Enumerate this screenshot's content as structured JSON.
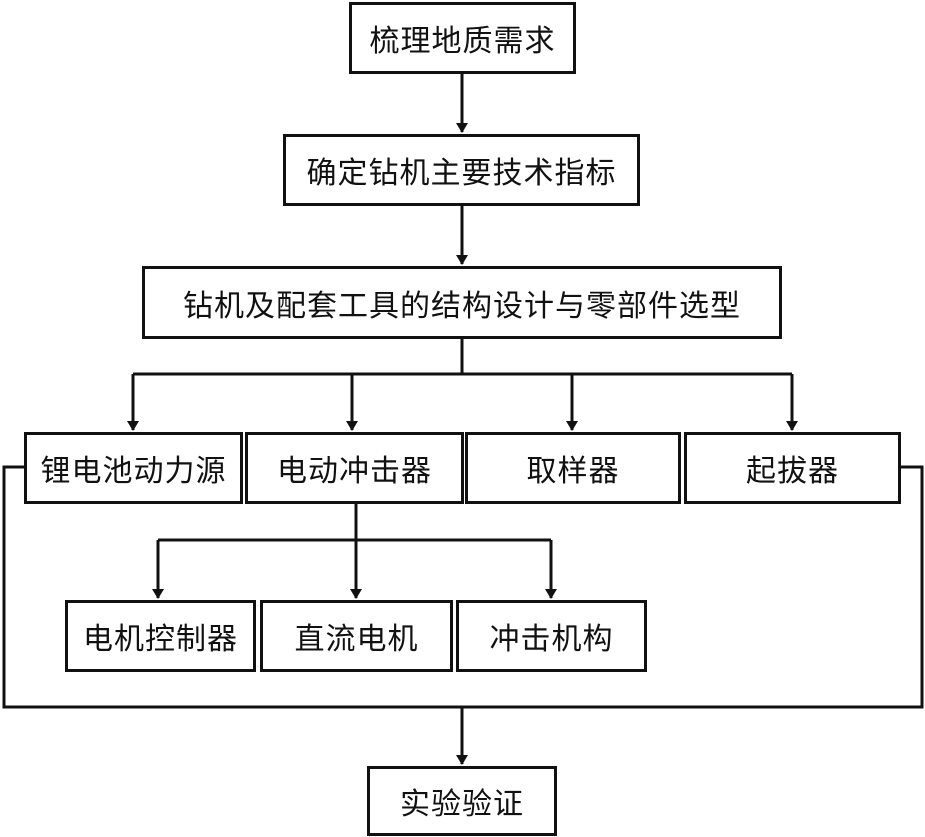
{
  "diagram": {
    "type": "flowchart",
    "steps": {
      "requirements": "梳理地质需求",
      "specs": "确定钻机主要技术指标",
      "design": "钻机及配套工具的结构设计与零部件选型",
      "verification": "实验验证"
    },
    "components": [
      "锂电池动力源",
      "电动冲击器",
      "取样器",
      "起拔器"
    ],
    "subcomponents": [
      "电机控制器",
      "直流电机",
      "冲击机构"
    ],
    "colors": {
      "line": "#111111",
      "box_border": "#111111",
      "background": "#ffffff"
    }
  }
}
